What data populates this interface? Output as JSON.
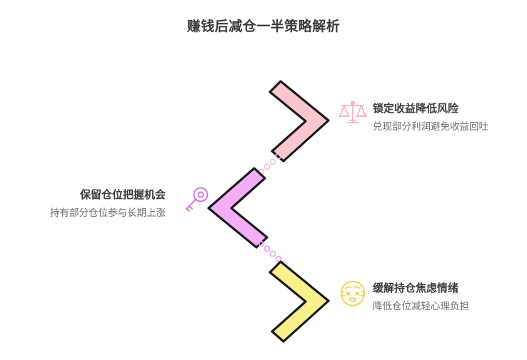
{
  "page": {
    "title": "赚钱后减仓一半策略解析",
    "background_color": "#ffffff"
  },
  "diagram": {
    "type": "chevron-flow",
    "outline_color": "#1a1a1a",
    "connector_dot_colors": [
      "#f6c9d6",
      "#e9a8ef"
    ],
    "steps": [
      {
        "id": "lock-profit",
        "position": "top-right",
        "chevron_direction": "right",
        "chevron_fill": "#F9C6CC",
        "icon": "scales-icon",
        "icon_color": "#F3A9B8",
        "heading": "锁定收益降低风险",
        "subtitle": "兑现部分利润避免收益回吐"
      },
      {
        "id": "keep-position",
        "position": "middle-left",
        "chevron_direction": "left",
        "chevron_fill": "#F4AEF7",
        "icon": "key-icon",
        "icon_color": "#D munged",
        "heading": "保留仓位把握机会",
        "subtitle": "持有部分仓位参与长期上涨"
      },
      {
        "id": "ease-anxiety",
        "position": "bottom-right",
        "chevron_direction": "right",
        "chevron_fill": "#FAF08A",
        "icon": "anxious-face-icon",
        "icon_color": "#F2D24A",
        "heading": "缓解持仓焦虑情绪",
        "subtitle": "降低仓位减轻心理负担"
      }
    ]
  }
}
